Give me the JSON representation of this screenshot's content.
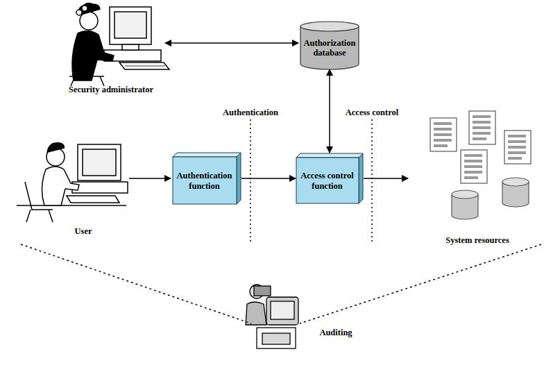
{
  "diagram": {
    "nodes": [
      {
        "text": [
          "Authorization database"
        ]
      },
      {
        "text": [
          "Authentication function"
        ]
      },
      {
        "text": [
          "Access control function"
        ]
      }
    ],
    "edges": [
      {
        "from": 0,
        "to": 2,
        "arrow": "both"
      },
      {
        "from": 1,
        "to": 2,
        "arrow": "to"
      }
    ],
    "labels": [
      "Security administrator",
      "Authentication",
      "Access control",
      "User",
      "System resources",
      "Auditing"
    ]
  }
}
